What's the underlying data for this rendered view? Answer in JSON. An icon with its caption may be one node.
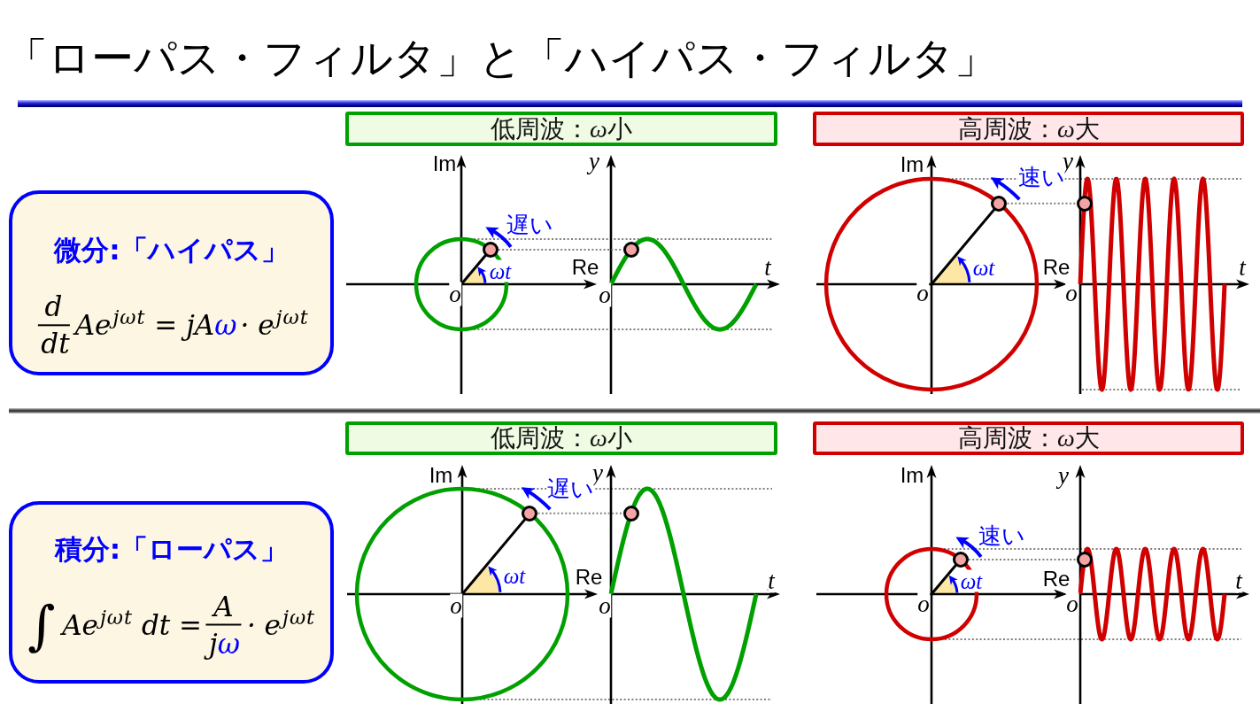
{
  "diagram": {
    "title": "「ローパス・フィルタ」と「ハイパス・フィルタ」",
    "nodes": [
      {
        "text": [
          "微分:「ハイパス」",
          "d",
          "dt",
          "Ae$^{jωt}$ = jA",
          "ω",
          "· e$^{jωt}$"
        ]
      },
      {
        "text": [
          "低周波：ω小"
        ]
      },
      {
        "text": [
          "高周波：ω大"
        ]
      },
      {
        "text": [],
        "shape": "circle"
      },
      {
        "text": [],
        "shape": "circle"
      },
      {
        "text": [],
        "shape": "circle"
      },
      {
        "text": [],
        "shape": "circle"
      },
      {
        "text": [
          "積分:「ローパス」",
          "∫",
          "Ae$^{jωt}$ dt =",
          "A",
          "j",
          "ω",
          "· e$^{jωt}$"
        ]
      },
      {
        "text": [
          "低周波：ω小"
        ]
      },
      {
        "text": [
          "高周波：ω大"
        ]
      },
      {
        "text": [],
        "shape": "circle"
      },
      {
        "text": [],
        "shape": "circle"
      },
      {
        "text": [],
        "shape": "circle"
      },
      {
        "text": [],
        "shape": "circle"
      }
    ],
    "edges": [
      {
        "from": 3,
        "to": 4,
        "arrow": "none",
        "style": "dashed"
      },
      {
        "from": 5,
        "to": 6,
        "arrow": "none",
        "style": "dashed"
      },
      {
        "from": 10,
        "to": 11,
        "arrow": "none",
        "style": "dashed"
      },
      {
        "from": 12,
        "to": 13,
        "arrow": "none",
        "style": "dashed"
      }
    ],
    "labels": [
      "Im",
      "y",
      "遅い",
      "ωt",
      "Re",
      "t",
      "o",
      "o",
      "Im",
      "y",
      "速い",
      "ωt",
      "Re",
      "t",
      "o",
      "o",
      "Im",
      "y",
      "遅い",
      "ωt",
      "Re",
      "t",
      "o",
      "o",
      "Im",
      "y",
      "速い",
      "ωt",
      "Re",
      "t",
      "o",
      "o"
    ]
  }
}
